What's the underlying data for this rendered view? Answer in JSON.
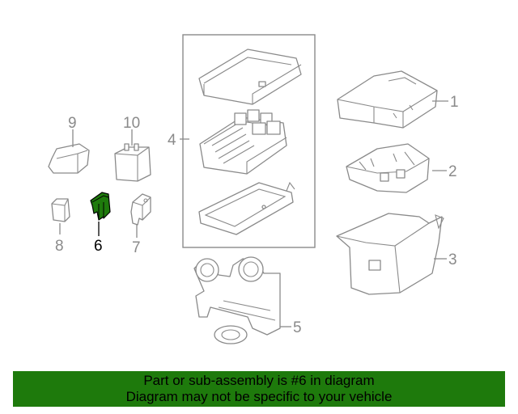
{
  "diagram": {
    "callouts": {
      "c1": "1",
      "c2": "2",
      "c3": "3",
      "c4": "4",
      "c5": "5",
      "c6": "6",
      "c7": "7",
      "c8": "8",
      "c9": "9",
      "c10": "10"
    },
    "highlighted_part": "6",
    "colors": {
      "line": "#8a8a8a",
      "highlight_fill": "#1e7a0c",
      "banner_bg": "#1e7a0c"
    }
  },
  "banner": {
    "line1": "Part or sub-assembly is #6 in diagram",
    "line2": "Diagram may not be specific to your vehicle"
  }
}
